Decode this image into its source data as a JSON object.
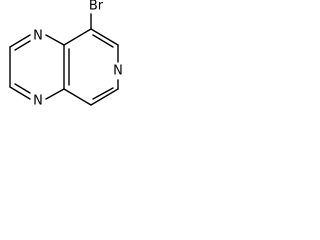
{
  "structure": {
    "atoms": {
      "br": "Br",
      "n_top": "N",
      "n_bottom": "N",
      "n_pyridine": "N"
    }
  }
}
